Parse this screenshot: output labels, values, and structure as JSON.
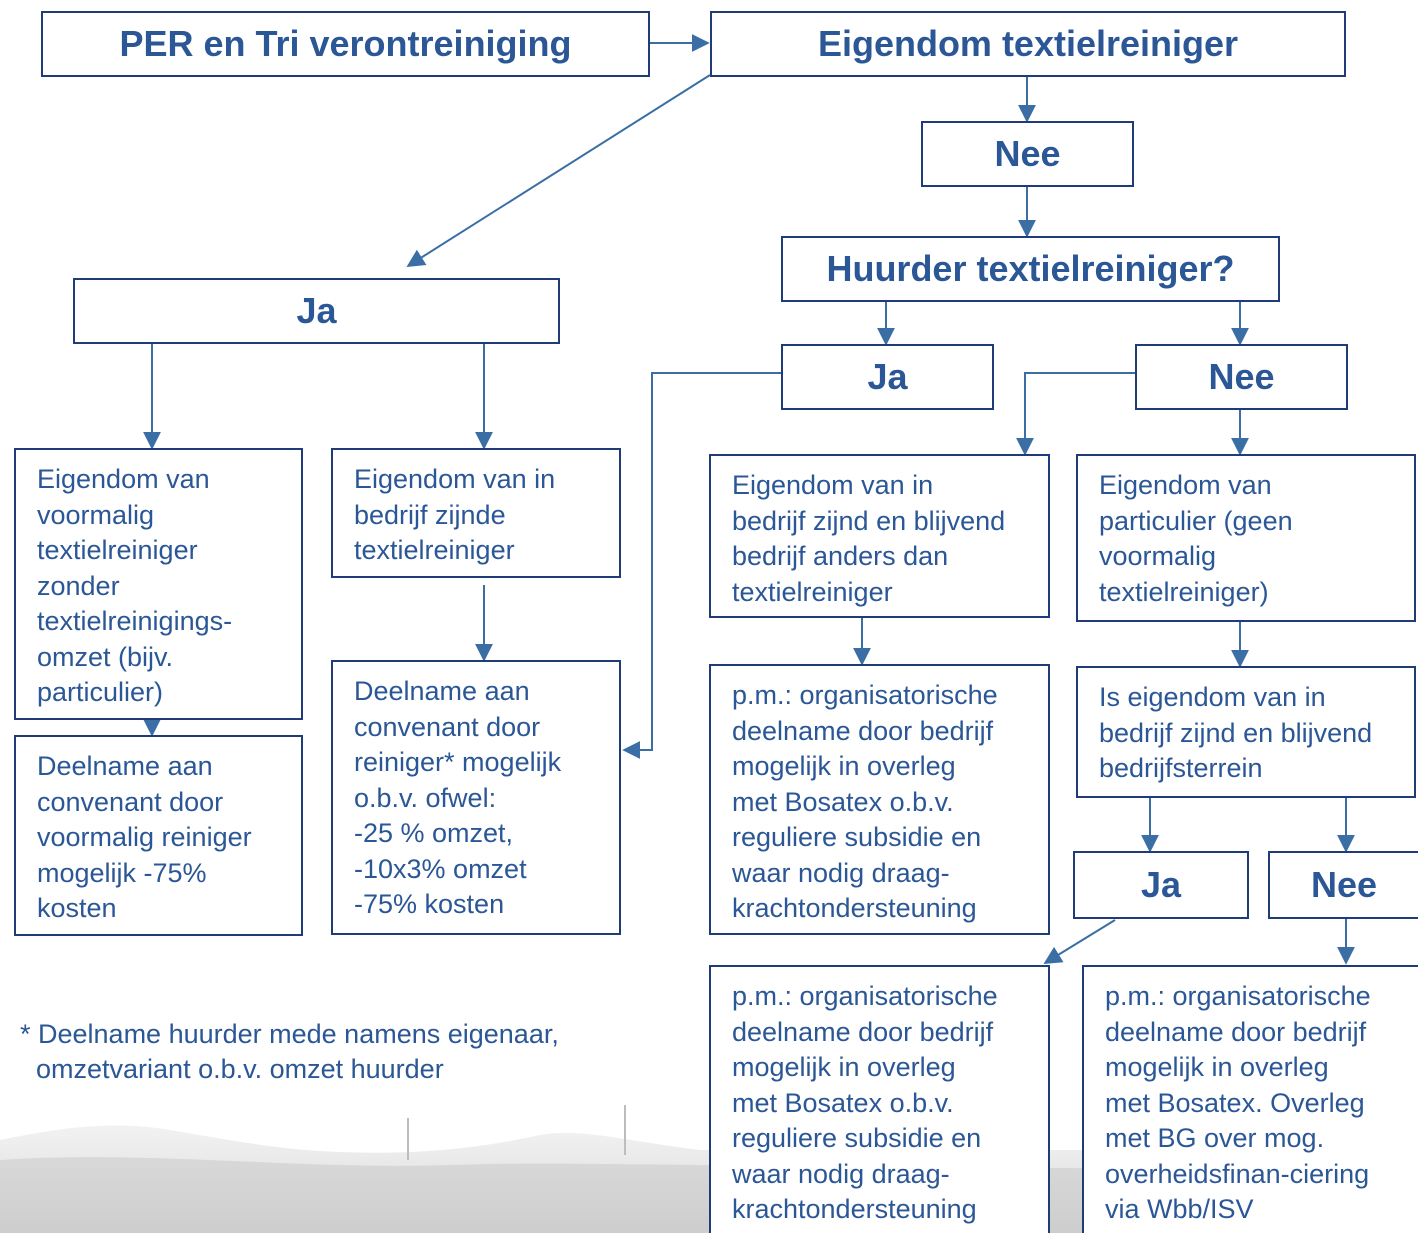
{
  "diagram": {
    "nodes": {
      "start": "PER en Tri verontreiniging",
      "eigendom": "Eigendom textielreiniger",
      "nee_1": "Nee",
      "ja_1": "Ja",
      "huurder": "Huurder textielreiniger?",
      "ja_2": "Ja",
      "nee_2": "Nee",
      "voormalig": "Eigendom van\nvoormalig\ntextielreiniger\nzonder\ntextielreinigings-\nomzet (bijv.\nparticulier)",
      "in_bedrijf": "Eigendom van in\nbedrijf zijnde\ntextielreiniger",
      "deelname_voormalig": "Deelname aan\nconvenant door\nvoormalig reiniger\nmogelijk -75%\nkosten",
      "deelname_reiniger": "Deelname aan\nconvenant door\nreiniger* mogelijk\no.b.v. ofwel:\n-25 % omzet,\n-10x3% omzet\n-75% kosten",
      "ander_bedrijf": "Eigendom van in\nbedrijf zijnd en blijvend\nbedrijf anders dan\ntextielreiniger",
      "pm_1": "p.m.: organisatorische\ndeelname door bedrijf\nmogelijk in overleg\nmet Bosatex o.b.v.\nreguliere subsidie en\nwaar nodig draag-\nkrachtondersteuning",
      "particulier": "Eigendom van\nparticulier (geen\nvoormalig\ntextielreiniger)",
      "bedrijfsterrein": "Is eigendom van in\nbedrijf zijnd en blijvend\nbedrijfsterrein",
      "ja_3": "Ja",
      "nee_3": "Nee",
      "pm_2": "p.m.: organisatorische\ndeelname door bedrijf\nmogelijk in overleg\nmet Bosatex o.b.v.\nreguliere subsidie en\nwaar nodig draag-\nkrachtondersteuning",
      "pm_3": "p.m.: organisatorische\ndeelname door bedrijf\nmogelijk in overleg\nmet Bosatex. Overleg\nmet BG over mog.\noverheidsfinan-ciering\nvia Wbb/ISV"
    },
    "footnote": {
      "line1": "* Deelname huurder mede namens eigenaar,",
      "line2": "omzetvariant o.b.v. omzet huurder"
    }
  },
  "colors": {
    "text": "#2b5797",
    "border": "#1f3c78",
    "arrow": "#3a6ea5"
  }
}
